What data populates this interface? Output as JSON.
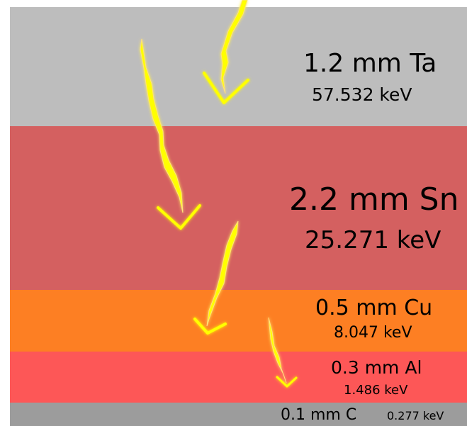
{
  "layers": [
    {
      "id": "ta",
      "name": "1.2 mm Ta",
      "energy": "57.532 keV",
      "color": "#bdbdbd"
    },
    {
      "id": "sn",
      "name": "2.2 mm Sn",
      "energy": "25.271 keV",
      "color": "#d46060"
    },
    {
      "id": "cu",
      "name": "0.5 mm Cu",
      "energy": "8.047 keV",
      "color": "#fd7f23"
    },
    {
      "id": "al",
      "name": "0.3 mm Al",
      "energy": "1.486 keV",
      "color": "#fd5757"
    },
    {
      "id": "c",
      "name": "0.1 mm C",
      "energy": "0.277 keV",
      "color": "#9c9c9c"
    }
  ],
  "ray_color": "#ffff00",
  "ray_glow_color": "#ffe27a"
}
